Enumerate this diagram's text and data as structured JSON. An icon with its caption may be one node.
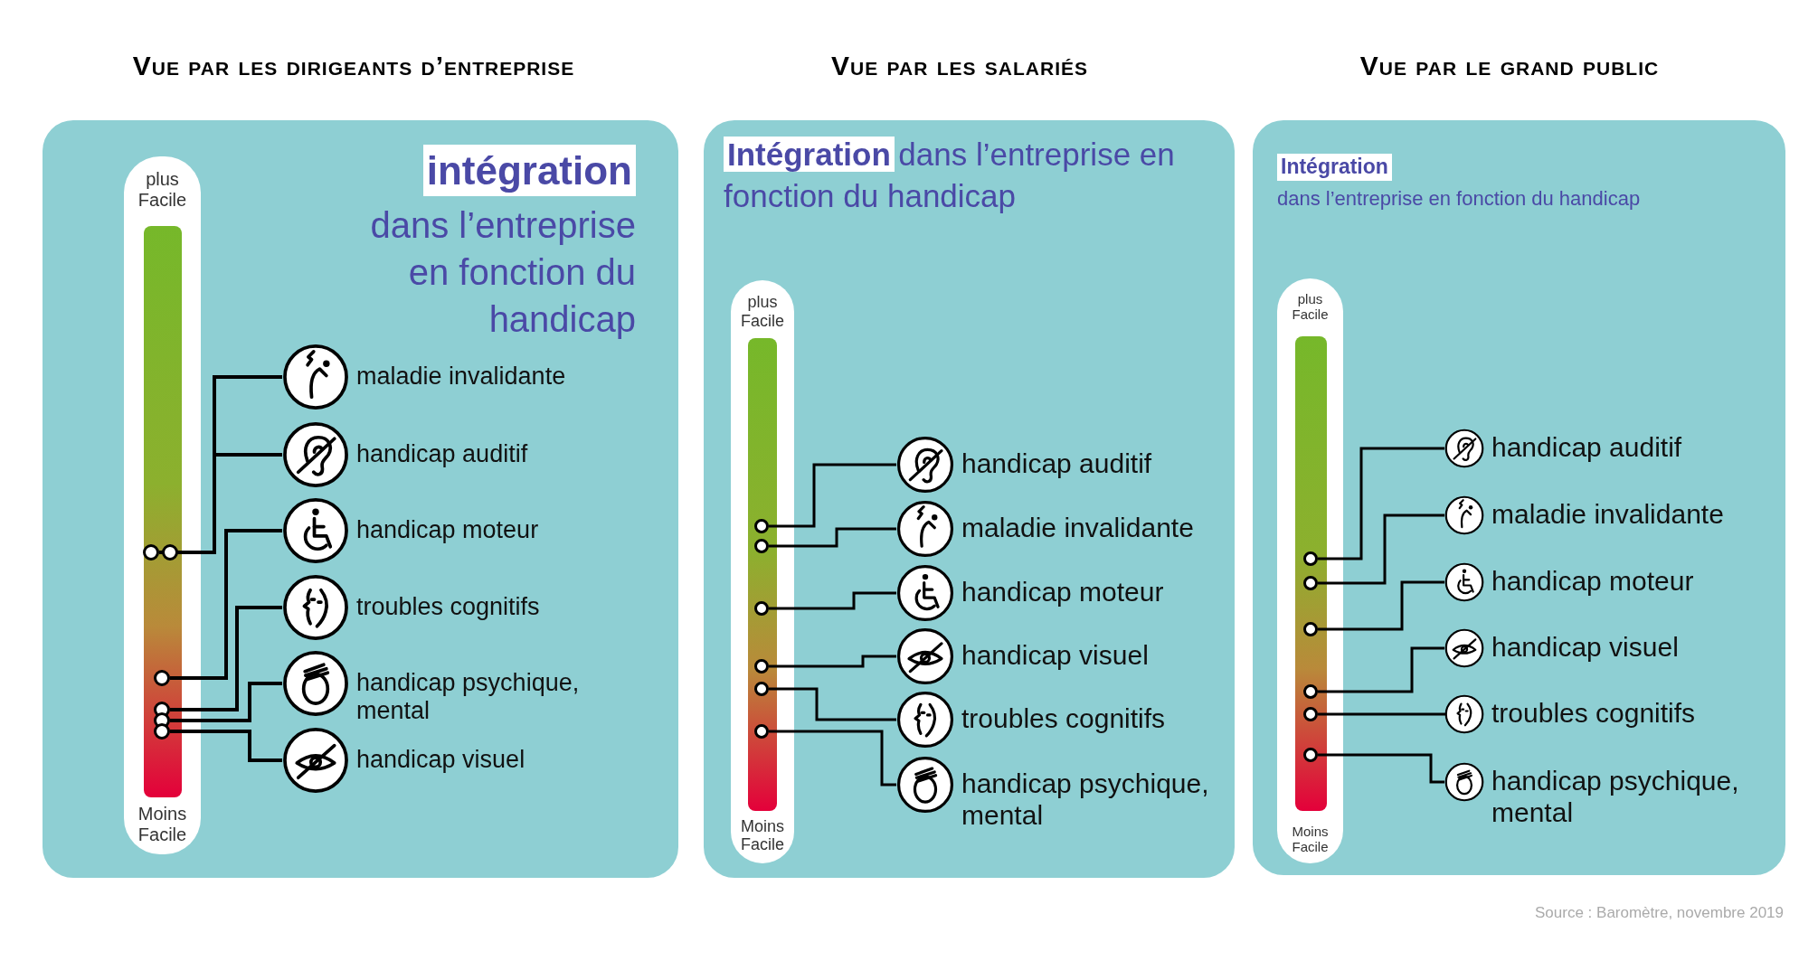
{
  "diagram": {
    "nodes": [
      {
        "text": [
          "intégration",
          "dans l’entreprise en fonction du handicap"
        ]
      },
      {
        "text": [
          "plus Facile",
          "Moins Facile"
        ],
        "in": 0
      },
      {
        "text": [],
        "shape": "circle",
        "in": 1
      },
      {
        "text": [],
        "shape": "circle",
        "in": 1
      },
      {
        "text": [],
        "shape": "circle",
        "in": 1
      },
      {
        "text": [],
        "shape": "circle",
        "in": 1
      },
      {
        "text": [],
        "shape": "circle",
        "in": 1
      },
      {
        "text": [],
        "shape": "circle",
        "in": 1
      },
      {
        "text": [
          "maladie invalidante"
        ],
        "in": 0
      },
      {
        "text": [
          "handicap auditif"
        ],
        "in": 0
      },
      {
        "text": [
          "handicap moteur"
        ],
        "in": 0
      },
      {
        "text": [
          "troubles cognitifs"
        ],
        "in": 0
      },
      {
        "text": [
          "handicap psychique, mental"
        ],
        "in": 0
      },
      {
        "text": [
          "handicap visuel"
        ],
        "in": 0
      },
      {
        "text": [
          "Intégration",
          "dans l’entreprise en fonction du handicap"
        ]
      },
      {
        "text": [
          "plus Facile",
          "Moins Facile"
        ],
        "in": 14
      },
      {
        "text": [],
        "shape": "circle",
        "in": 15
      },
      {
        "text": [],
        "shape": "circle",
        "in": 15
      },
      {
        "text": [],
        "shape": "circle",
        "in": 15
      },
      {
        "text": [],
        "shape": "circle",
        "in": 15
      },
      {
        "text": [],
        "shape": "circle",
        "in": 15
      },
      {
        "text": [],
        "shape": "circle",
        "in": 15
      },
      {
        "text": [
          "handicap auditif"
        ],
        "in": 14
      },
      {
        "text": [
          "maladie invalidante"
        ],
        "in": 14
      },
      {
        "text": [
          "handicap moteur"
        ],
        "in": 14
      },
      {
        "text": [
          "handicap visuel"
        ],
        "in": 14
      },
      {
        "text": [
          "troubles cognitifs"
        ],
        "in": 14
      },
      {
        "text": [
          "handicap psychique, mental"
        ],
        "in": 14
      },
      {
        "text": [
          "Intégration",
          "dans l’entreprise en fonction du handicap"
        ]
      },
      {
        "text": [
          "plus Facile",
          "Moins Facile"
        ],
        "in": 28
      },
      {
        "text": [],
        "shape": "circle",
        "in": 29
      },
      {
        "text": [],
        "shape": "circle",
        "in": 29
      },
      {
        "text": [],
        "shape": "circle",
        "in": 29
      },
      {
        "text": [],
        "shape": "circle",
        "in": 29
      },
      {
        "text": [],
        "shape": "circle",
        "in": 29
      },
      {
        "text": [],
        "shape": "circle",
        "in": 29
      },
      {
        "text": [
          "handicap auditif"
        ],
        "in": 28
      },
      {
        "text": [
          "maladie invalidante"
        ],
        "in": 28
      },
      {
        "text": [
          "handicap moteur"
        ],
        "in": 28
      },
      {
        "text": [
          "handicap visuel"
        ],
        "in": 28
      },
      {
        "text": [
          "troubles cognitifs"
        ],
        "in": 28
      },
      {
        "text": [
          "handicap psychique, mental"
        ],
        "in": 28
      }
    ],
    "edges": [
      {
        "from": 2,
        "to": 8,
        "arrow": "none"
      },
      {
        "from": 3,
        "to": 9,
        "arrow": "none"
      },
      {
        "from": 4,
        "to": 10,
        "arrow": "none"
      },
      {
        "from": 5,
        "to": 11,
        "arrow": "none"
      },
      {
        "from": 6,
        "to": 12,
        "arrow": "none"
      },
      {
        "from": 7,
        "to": 13,
        "arrow": "none"
      },
      {
        "from": 16,
        "to": 22,
        "arrow": "none"
      },
      {
        "from": 17,
        "to": 23,
        "arrow": "none"
      },
      {
        "from": 18,
        "to": 24,
        "arrow": "none"
      },
      {
        "from": 19,
        "to": 25,
        "arrow": "none"
      },
      {
        "from": 20,
        "to": 26,
        "arrow": "none"
      },
      {
        "from": 21,
        "to": 27,
        "arrow": "none"
      },
      {
        "from": 30,
        "to": 36,
        "arrow": "none"
      },
      {
        "from": 31,
        "to": 37,
        "arrow": "none"
      },
      {
        "from": 32,
        "to": 38,
        "arrow": "none"
      },
      {
        "from": 33,
        "to": 39,
        "arrow": "none"
      },
      {
        "from": 34,
        "to": 40,
        "arrow": "none"
      },
      {
        "from": 35,
        "to": 41,
        "arrow": "none"
      }
    ],
    "labels": [
      "Vue par les dirigeants d’entreprise",
      "Vue par les salariés",
      "Vue par le grand public",
      "Source : Baromètre, novembre 2019"
    ]
  }
}
